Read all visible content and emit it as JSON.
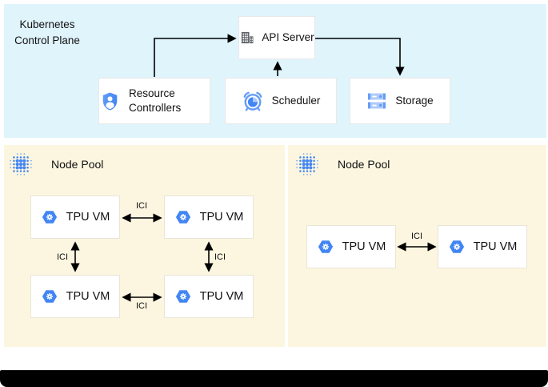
{
  "control_plane": {
    "title": "Kubernetes Control Plane",
    "api_server": {
      "label": "API Server",
      "icon": "building-icon"
    },
    "components": [
      {
        "label": "Resource Controllers",
        "icon": "shield-user-icon"
      },
      {
        "label": "Scheduler",
        "icon": "alarm-clock-icon"
      },
      {
        "label": "Storage",
        "icon": "storage-disks-icon"
      }
    ]
  },
  "node_pools": [
    {
      "title": "Node Pool",
      "icon": "dot-cluster-icon",
      "vms": [
        "TPU VM",
        "TPU VM",
        "TPU VM",
        "TPU VM"
      ],
      "link_labels": [
        "ICI",
        "ICI",
        "ICI",
        "ICI"
      ]
    },
    {
      "title": "Node Pool",
      "icon": "dot-cluster-icon",
      "vms": [
        "TPU VM",
        "TPU VM"
      ],
      "link_labels": [
        "ICI"
      ]
    }
  ],
  "colors": {
    "panel_blue": "#E0F4FC",
    "panel_yellow": "#FCF6E0",
    "google_blue": "#4285F4",
    "light_blue": "#669DF6",
    "pale_blue": "#AECBFA",
    "icon_gray": "#5F6368",
    "arrow_black": "#000000",
    "box_border": "#E8E8E8",
    "footer_black": "#000000"
  }
}
